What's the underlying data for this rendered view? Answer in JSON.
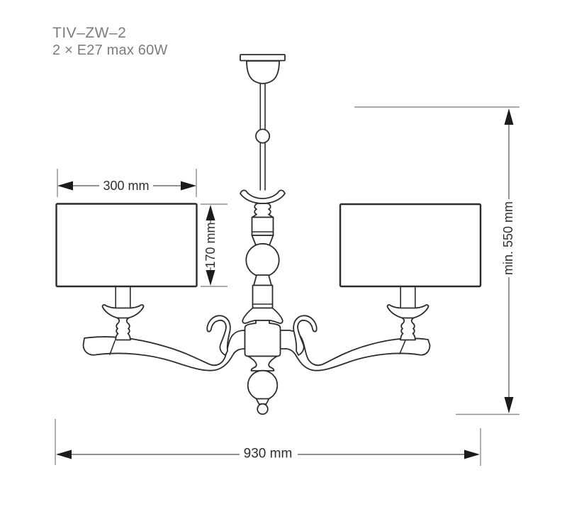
{
  "product": {
    "code": "TIV–ZW–2",
    "spec": "2 × E27 max 60W"
  },
  "dimensions": {
    "shade_width": "300 mm",
    "shade_height": "170 mm",
    "min_hanging_height": "min. 550 mm",
    "total_width": "930 mm"
  },
  "drawing": {
    "kind": "technical dimension drawing",
    "object": "two-arm chandelier with two rectangular lamp shades, suspension rod, baluster column and scrolled arms",
    "colors": {
      "background": "#ffffff",
      "outline": "#2d2d2d",
      "dimension_line": "#6e6e6e",
      "extension_line": "#8f8f8f",
      "arrowhead": "#1c1c1c",
      "dimension_text": "#2e2e2e",
      "title_text": "#7c7c7c"
    }
  }
}
